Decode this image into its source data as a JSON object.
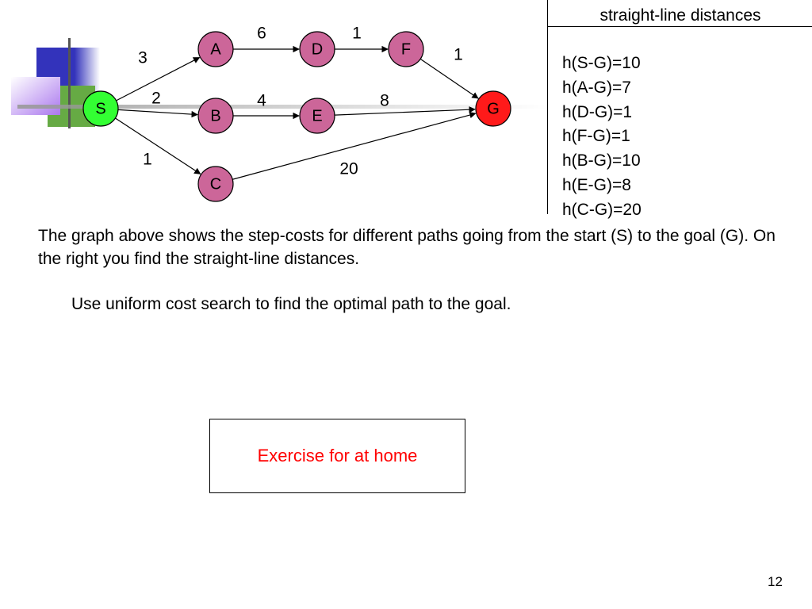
{
  "graph": {
    "nodes": [
      {
        "id": "S",
        "label": "S",
        "fill": "#33ff33"
      },
      {
        "id": "A",
        "label": "A",
        "fill": "#cc6699"
      },
      {
        "id": "B",
        "label": "B",
        "fill": "#cc6699"
      },
      {
        "id": "C",
        "label": "C",
        "fill": "#cc6699"
      },
      {
        "id": "D",
        "label": "D",
        "fill": "#cc6699"
      },
      {
        "id": "E",
        "label": "E",
        "fill": "#cc6699"
      },
      {
        "id": "F",
        "label": "F",
        "fill": "#cc6699"
      },
      {
        "id": "G",
        "label": "G",
        "fill": "#ff1a1a"
      }
    ],
    "edges": [
      {
        "from": "S",
        "to": "A",
        "cost": "3"
      },
      {
        "from": "S",
        "to": "B",
        "cost": "2"
      },
      {
        "from": "S",
        "to": "C",
        "cost": "1"
      },
      {
        "from": "A",
        "to": "D",
        "cost": "6"
      },
      {
        "from": "D",
        "to": "F",
        "cost": "1"
      },
      {
        "from": "F",
        "to": "G",
        "cost": "1"
      },
      {
        "from": "B",
        "to": "E",
        "cost": "4"
      },
      {
        "from": "E",
        "to": "G",
        "cost": "8"
      },
      {
        "from": "C",
        "to": "G",
        "cost": "20"
      }
    ]
  },
  "heuristics": {
    "title": "straight-line distances",
    "items": [
      "h(S-G)=10",
      "h(A-G)=7",
      "h(D-G)=1",
      "h(F-G)=1",
      "h(B-G)=10",
      "h(E-G)=8",
      "h(C-G)=20"
    ]
  },
  "description": "The graph above shows the step-costs for different paths going from the start (S) to the goal (G). On the right you find the straight-line distances.",
  "task": "Use uniform cost search to find the optimal path to the goal.",
  "exercise_label": "Exercise for at home",
  "page_number": "12",
  "colors": {
    "accent_red": "#ff0000",
    "deco_blue": "#3333bb",
    "deco_violet": "#bb88ee",
    "deco_green": "#66aa44"
  }
}
